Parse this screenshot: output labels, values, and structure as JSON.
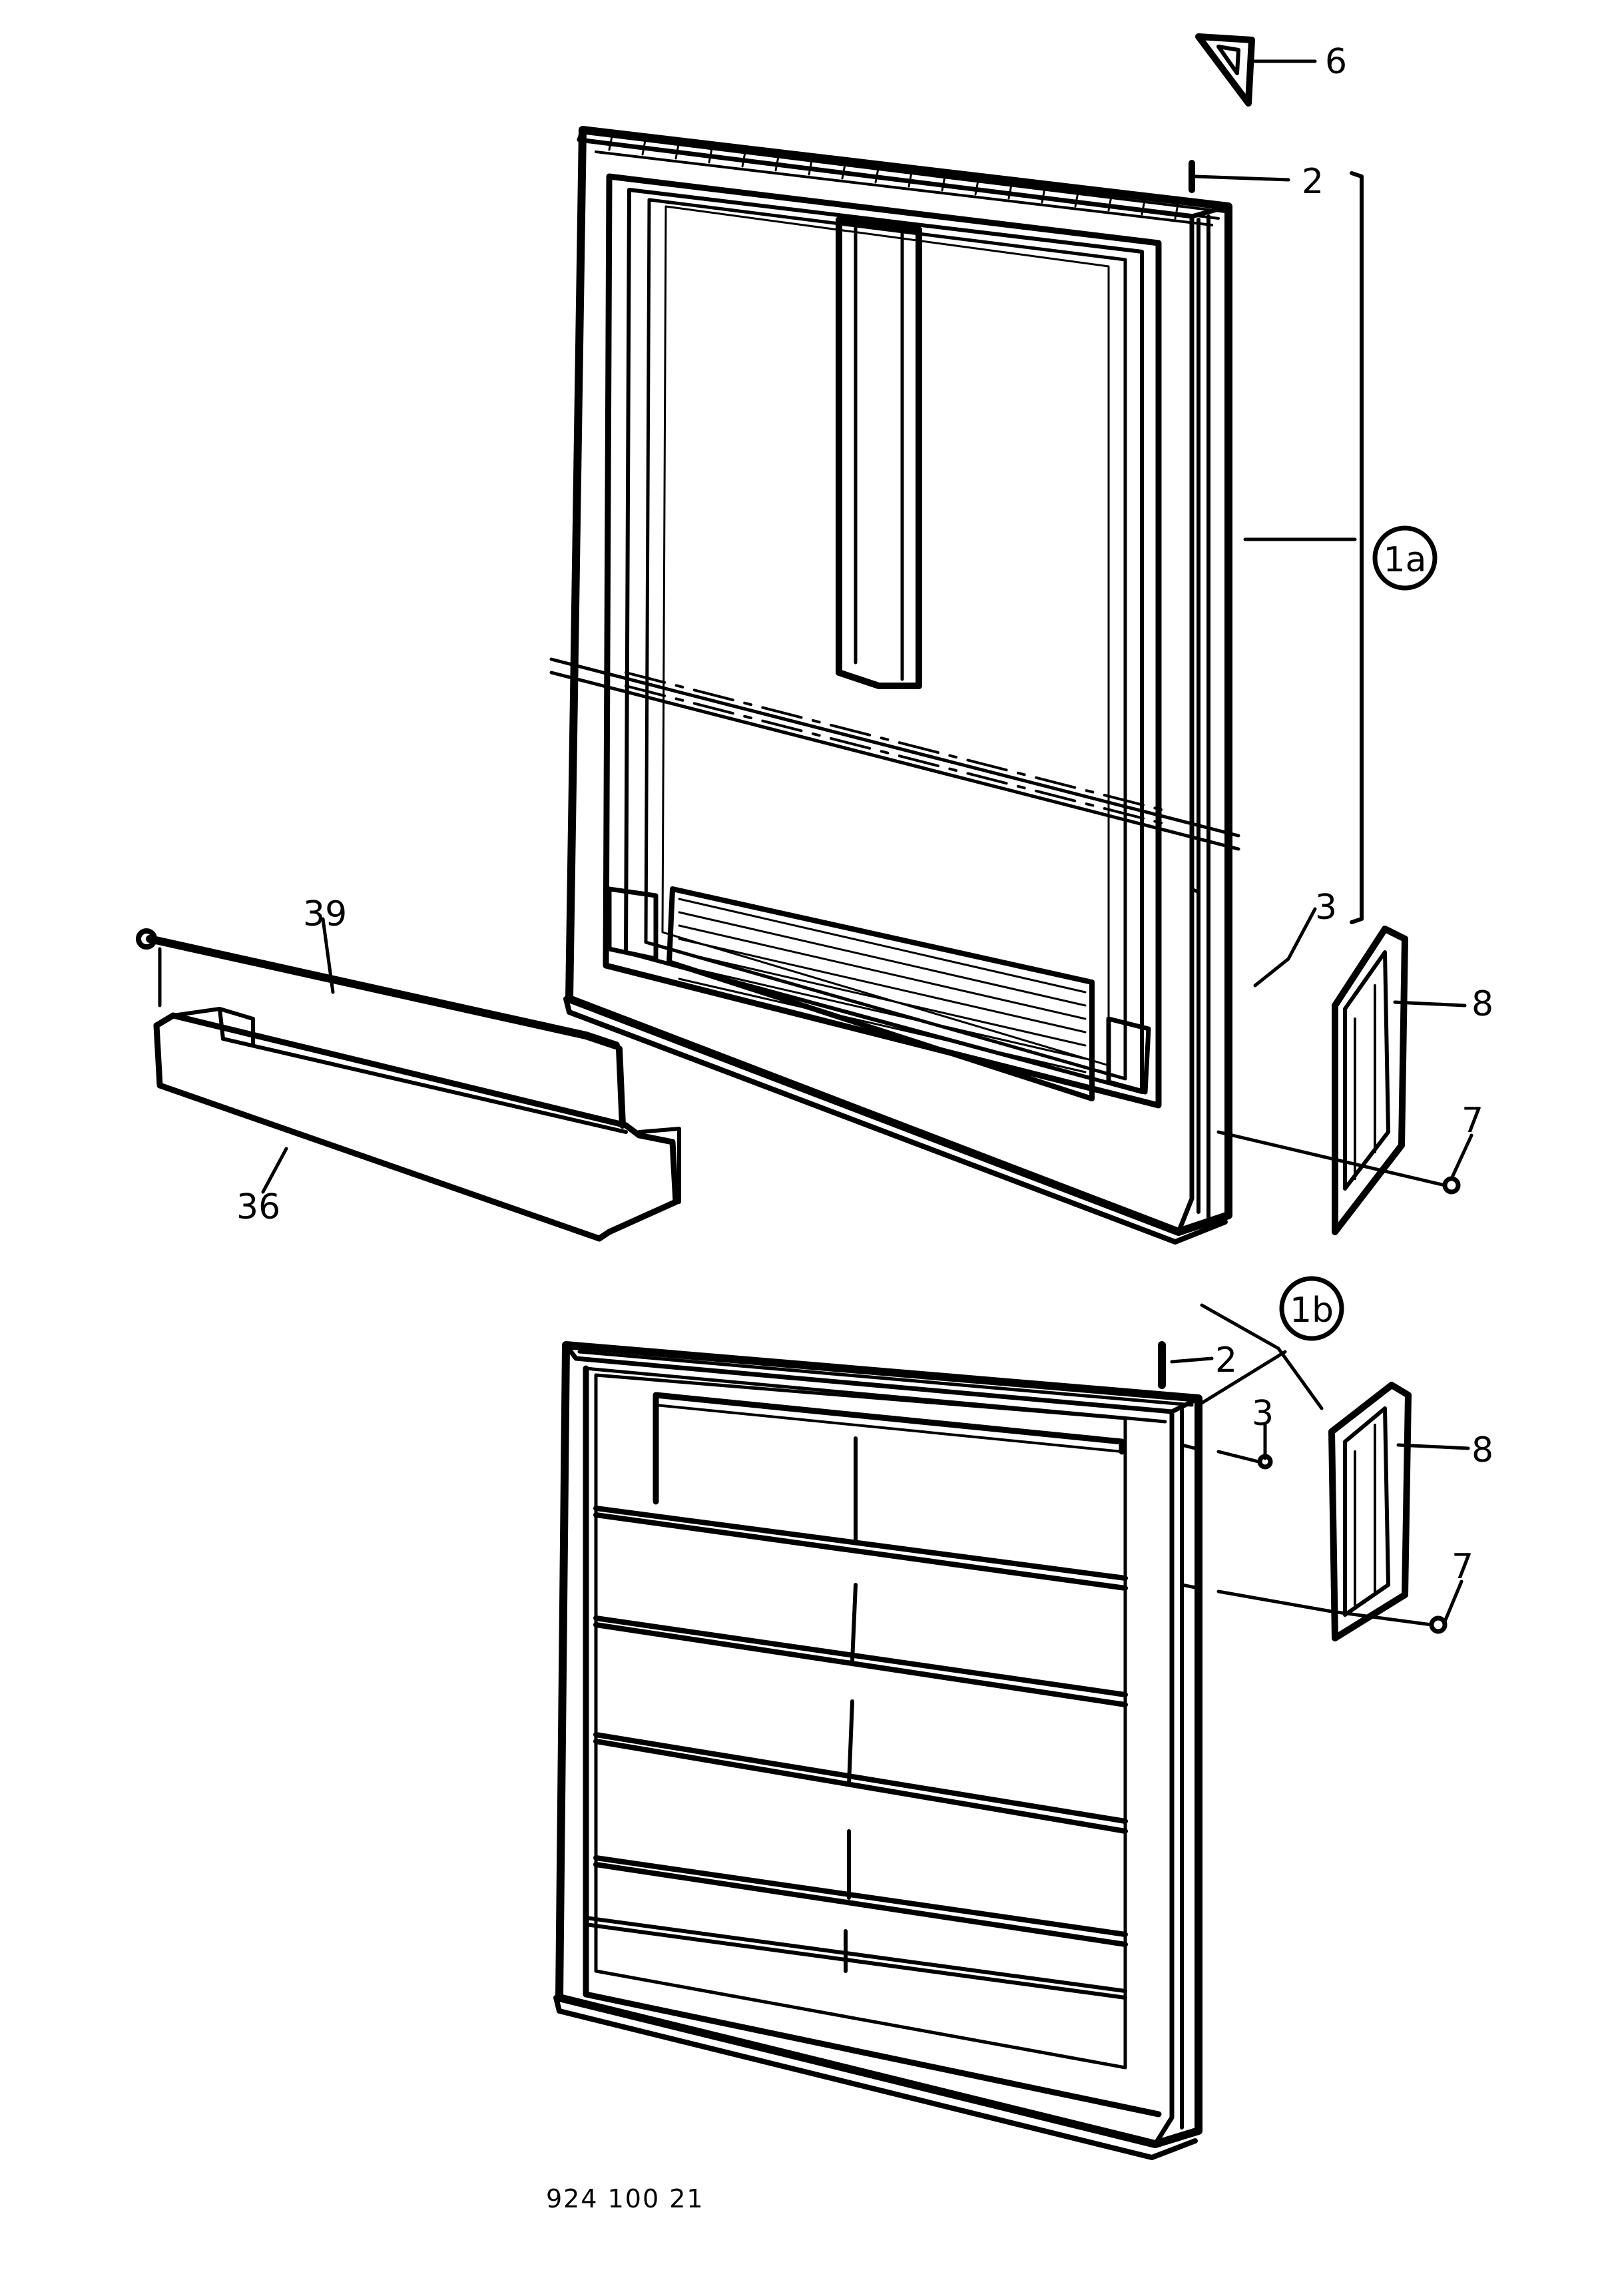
{
  "diagram": {
    "callouts": {
      "c6": "6",
      "c2_top": "2",
      "c1a": "1a",
      "c3_top": "3",
      "c8_top": "8",
      "c7_top": "7",
      "c39": "39",
      "c36": "36",
      "c1b": "1b",
      "c2_bottom": "2",
      "c3_bottom": "3",
      "c8_bottom": "8",
      "c7_bottom": "7"
    },
    "drawing_code": "924 100 21"
  }
}
